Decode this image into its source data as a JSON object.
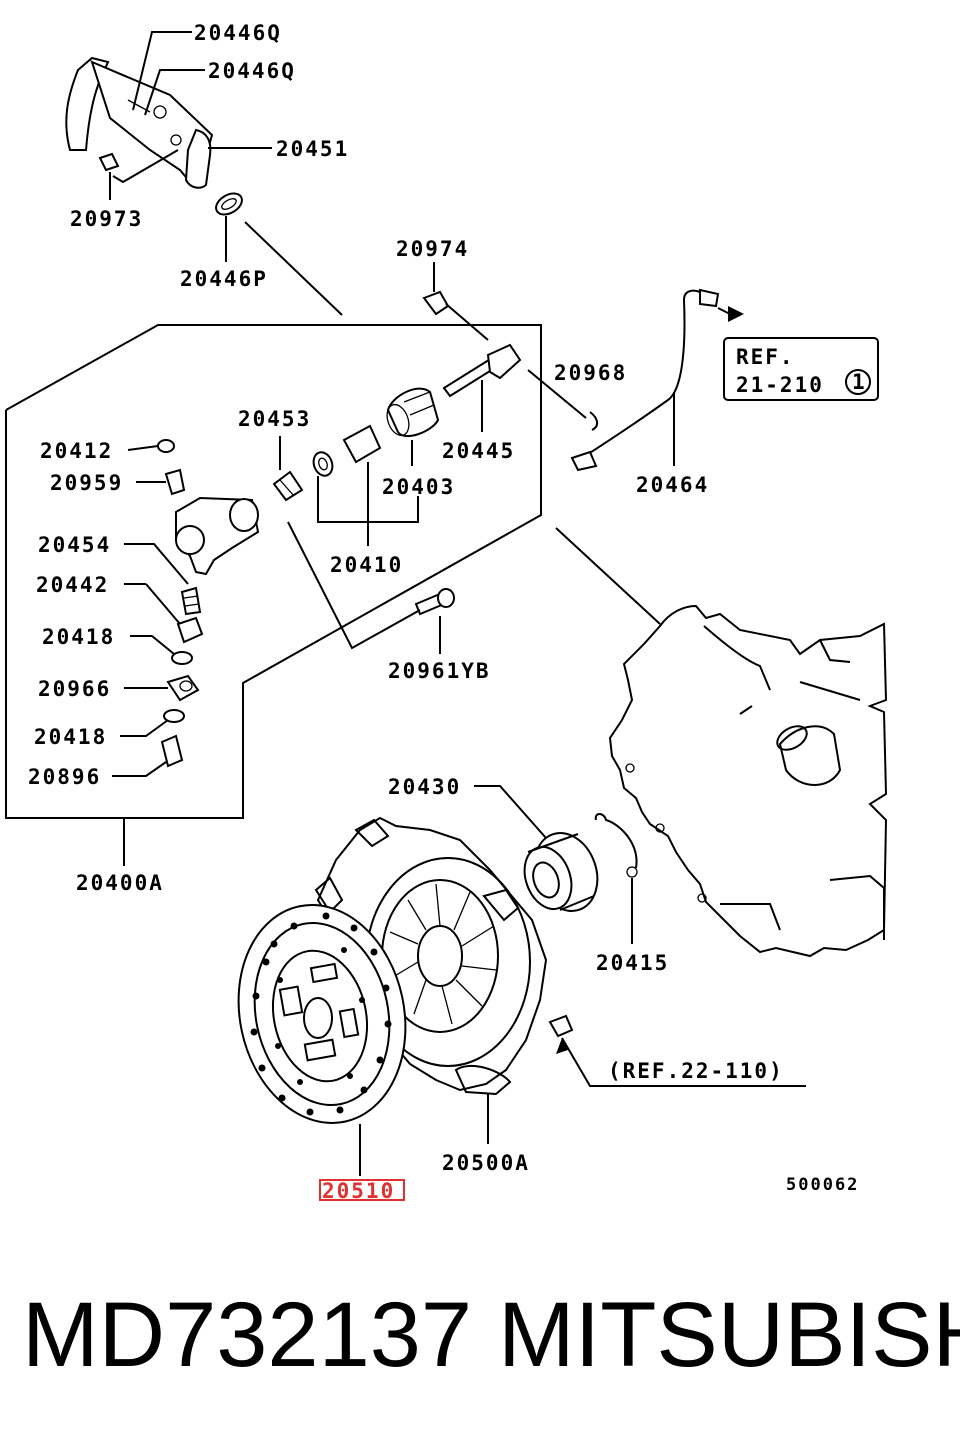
{
  "diagram": {
    "labels": {
      "p20446Q_a": "20446Q",
      "p20446Q_b": "20446Q",
      "p20451": "20451",
      "p20973": "20973",
      "p20446P": "20446P",
      "p20974": "20974",
      "p20968": "20968",
      "p20445": "20445",
      "p20464": "20464",
      "p20453": "20453",
      "p20403": "20403",
      "p20410": "20410",
      "p20412": "20412",
      "p20959": "20959",
      "p20454": "20454",
      "p20442": "20442",
      "p20418_a": "20418",
      "p20966": "20966",
      "p20418_b": "20418",
      "p20896": "20896",
      "p20961YB": "20961YB",
      "p20400A": "20400A",
      "p20430": "20430",
      "p20415": "20415",
      "p20500A": "20500A",
      "p20510": "20510",
      "ref22": "(REF.22-110)",
      "diagram_id": "500062"
    },
    "ref_box": {
      "line1": "REF.",
      "line2": "21-210",
      "circle": "1"
    },
    "highlight_color": "#e03030"
  },
  "footer": {
    "part_number": "MD732137",
    "brand": "MITSUBISHI"
  }
}
